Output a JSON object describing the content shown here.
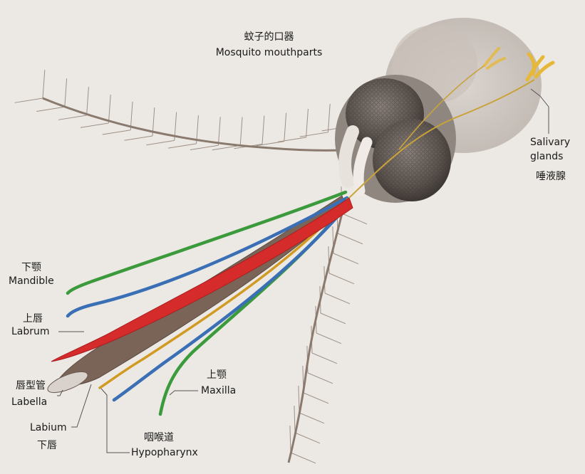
{
  "title": {
    "zh": "蚊子的口器",
    "en": "Mosquito mouthparts"
  },
  "labels": {
    "mandible": {
      "zh": "下颚",
      "en": "Mandible"
    },
    "labrum": {
      "zh": "上唇",
      "en": "Labrum"
    },
    "labella": {
      "zh": "唇型管",
      "en": "Labella"
    },
    "labium": {
      "zh": "下唇",
      "en": "Labium"
    },
    "hypopharynx": {
      "zh": "咽喉道",
      "en": "Hypopharynx"
    },
    "maxilla": {
      "zh": "上颚",
      "en": "Maxilla"
    },
    "salivary": {
      "zh": "唾液腺",
      "en_line1": "Salivary",
      "en_line2": "glands"
    }
  },
  "colors": {
    "background": "#ece9e4",
    "labrum": "#d62b2b",
    "mandible": "#3a6fb5",
    "maxilla": "#3b9a3b",
    "hypopharynx": "#d19a22",
    "salivary": "#e6b83a",
    "antenna": "#8a7a6e",
    "head": "#6f6660"
  }
}
